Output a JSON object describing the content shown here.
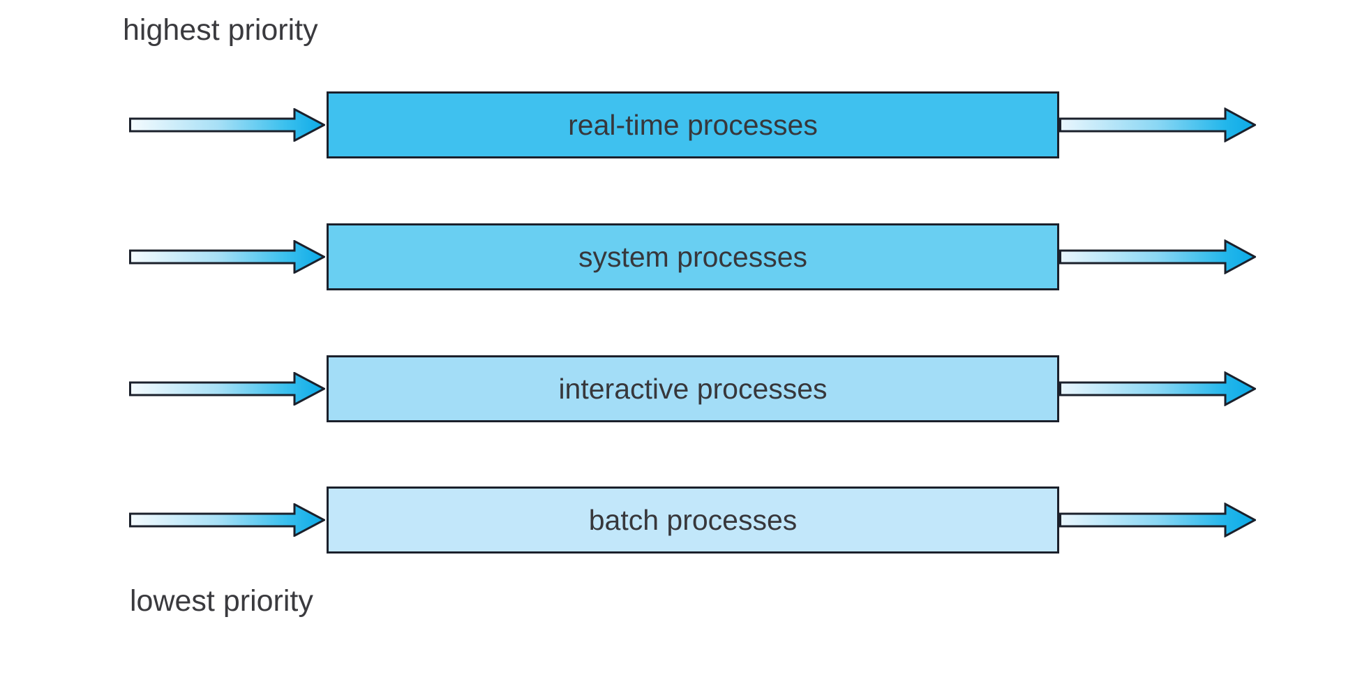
{
  "diagram": {
    "type": "multilevel-queue-scheduling",
    "labels": {
      "top": "highest priority",
      "bottom": "lowest priority"
    },
    "queues": [
      {
        "priority": 1,
        "label": "real-time processes",
        "fill": "#3fc1ef"
      },
      {
        "priority": 2,
        "label": "system processes",
        "fill": "#69cff2"
      },
      {
        "priority": 3,
        "label": "interactive processes",
        "fill": "#a3ddf7"
      },
      {
        "priority": 4,
        "label": "batch processes",
        "fill": "#c2e7fa"
      }
    ],
    "colors": {
      "outline": "#1b202b",
      "text": "#3a3a3e",
      "arrow_tail": "#f5fbfe",
      "arrow_head": "#0caae7",
      "background": "#ffffff"
    },
    "icons": {
      "incoming": "right-arrow-icon",
      "outgoing": "right-arrow-icon"
    }
  }
}
